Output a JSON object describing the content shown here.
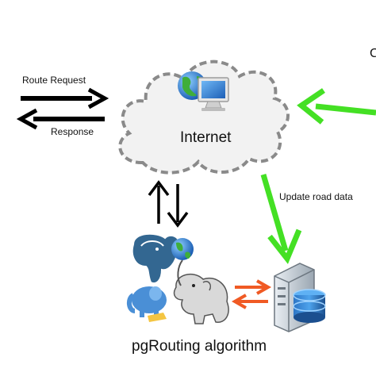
{
  "diagram": {
    "route_request": "Route Request",
    "response": "Response",
    "internet": "Internet",
    "update_road_data": "Update road data",
    "pgrouting": "pgRouting algorithm",
    "edge_letter": "C"
  },
  "colors": {
    "green_arrow": "#44e024",
    "orange_arrow": "#f05a24",
    "black_arrow": "#000000",
    "cloud_fill": "#f2f2f2",
    "cloud_dash": "#8a8a8a"
  },
  "icons": [
    "globe-icon",
    "monitor-icon",
    "postgresql-elephant-icon",
    "php-elephant-icon",
    "server-database-icon"
  ]
}
